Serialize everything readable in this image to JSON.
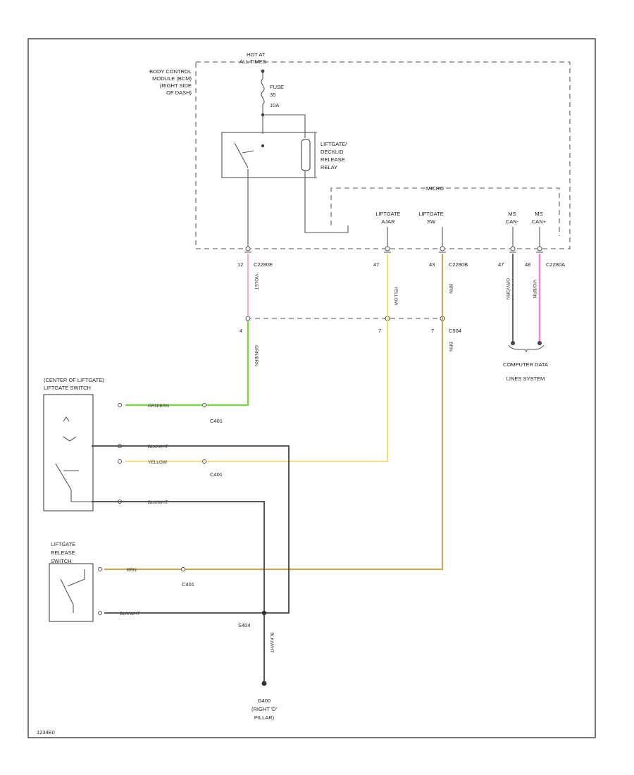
{
  "colors": {
    "green": "#7ed34f",
    "yellow": "#f6dd86",
    "brown": "#c8a85a",
    "pink": "#ff7fc8",
    "black": "#444444",
    "frame": "#555555"
  },
  "module": {
    "name_lines": [
      "BODY CONTROL",
      "MODULE (BCM)",
      "(RIGHT SIDE",
      "OF DASH)"
    ],
    "hot_lines": [
      "HOT AT",
      "ALL TIMES"
    ],
    "fuse_lines": [
      "FUSE",
      "35",
      "10A"
    ],
    "relay_lines": [
      "LIFTGATE/",
      "DECKLID",
      "RELEASE",
      "RELAY"
    ],
    "micro_label": "MICRO",
    "inputs": [
      {
        "lines": [
          "LIFTGATE",
          "AJAR"
        ]
      },
      {
        "lines": [
          "LIFTGATE",
          "SW"
        ]
      },
      {
        "lines": [
          "MS",
          "CAN-"
        ]
      },
      {
        "lines": [
          "MS",
          "CAN+"
        ]
      }
    ]
  },
  "pins": {
    "p12": "12",
    "c2280e": "C2280E",
    "p47": "47",
    "p43": "43",
    "c2280b": "C2280B",
    "p47b": "47",
    "p48": "48",
    "c2280a": "C2280A"
  },
  "wire_labels": {
    "violet": "VIOLET",
    "yellow": "YELLOW",
    "brn": "BRN",
    "gray": "GRY/ORN",
    "pink": "VIO/BRN",
    "p4": "4",
    "p7": "7",
    "p7b": "7",
    "c504": "C504",
    "green": "GRN/BRN",
    "yellow_h": "YELLOW",
    "brn_h": "BRN",
    "black1": "BLK/WHT",
    "black2": "BLK/WHT",
    "black3": "BLK/WHT",
    "black_v": "BLK/WHT",
    "splice": "S404",
    "g400_lines": [
      "G400",
      "(RIGHT 'D'",
      "PILLAR)"
    ],
    "c401a": "C401",
    "c401b": "C401",
    "c401c": "C401"
  },
  "computer": {
    "lines": [
      "COMPUTER DATA",
      "LINES SYSTEM"
    ]
  },
  "switch1": {
    "lines": [
      "(CENTER OF LIFTGATE)",
      "LIFTGATE SWITCH"
    ]
  },
  "switch2": {
    "lines": [
      "LIFTGATE",
      "RELEASE",
      "SWITCH"
    ]
  },
  "footer": "1234E0"
}
